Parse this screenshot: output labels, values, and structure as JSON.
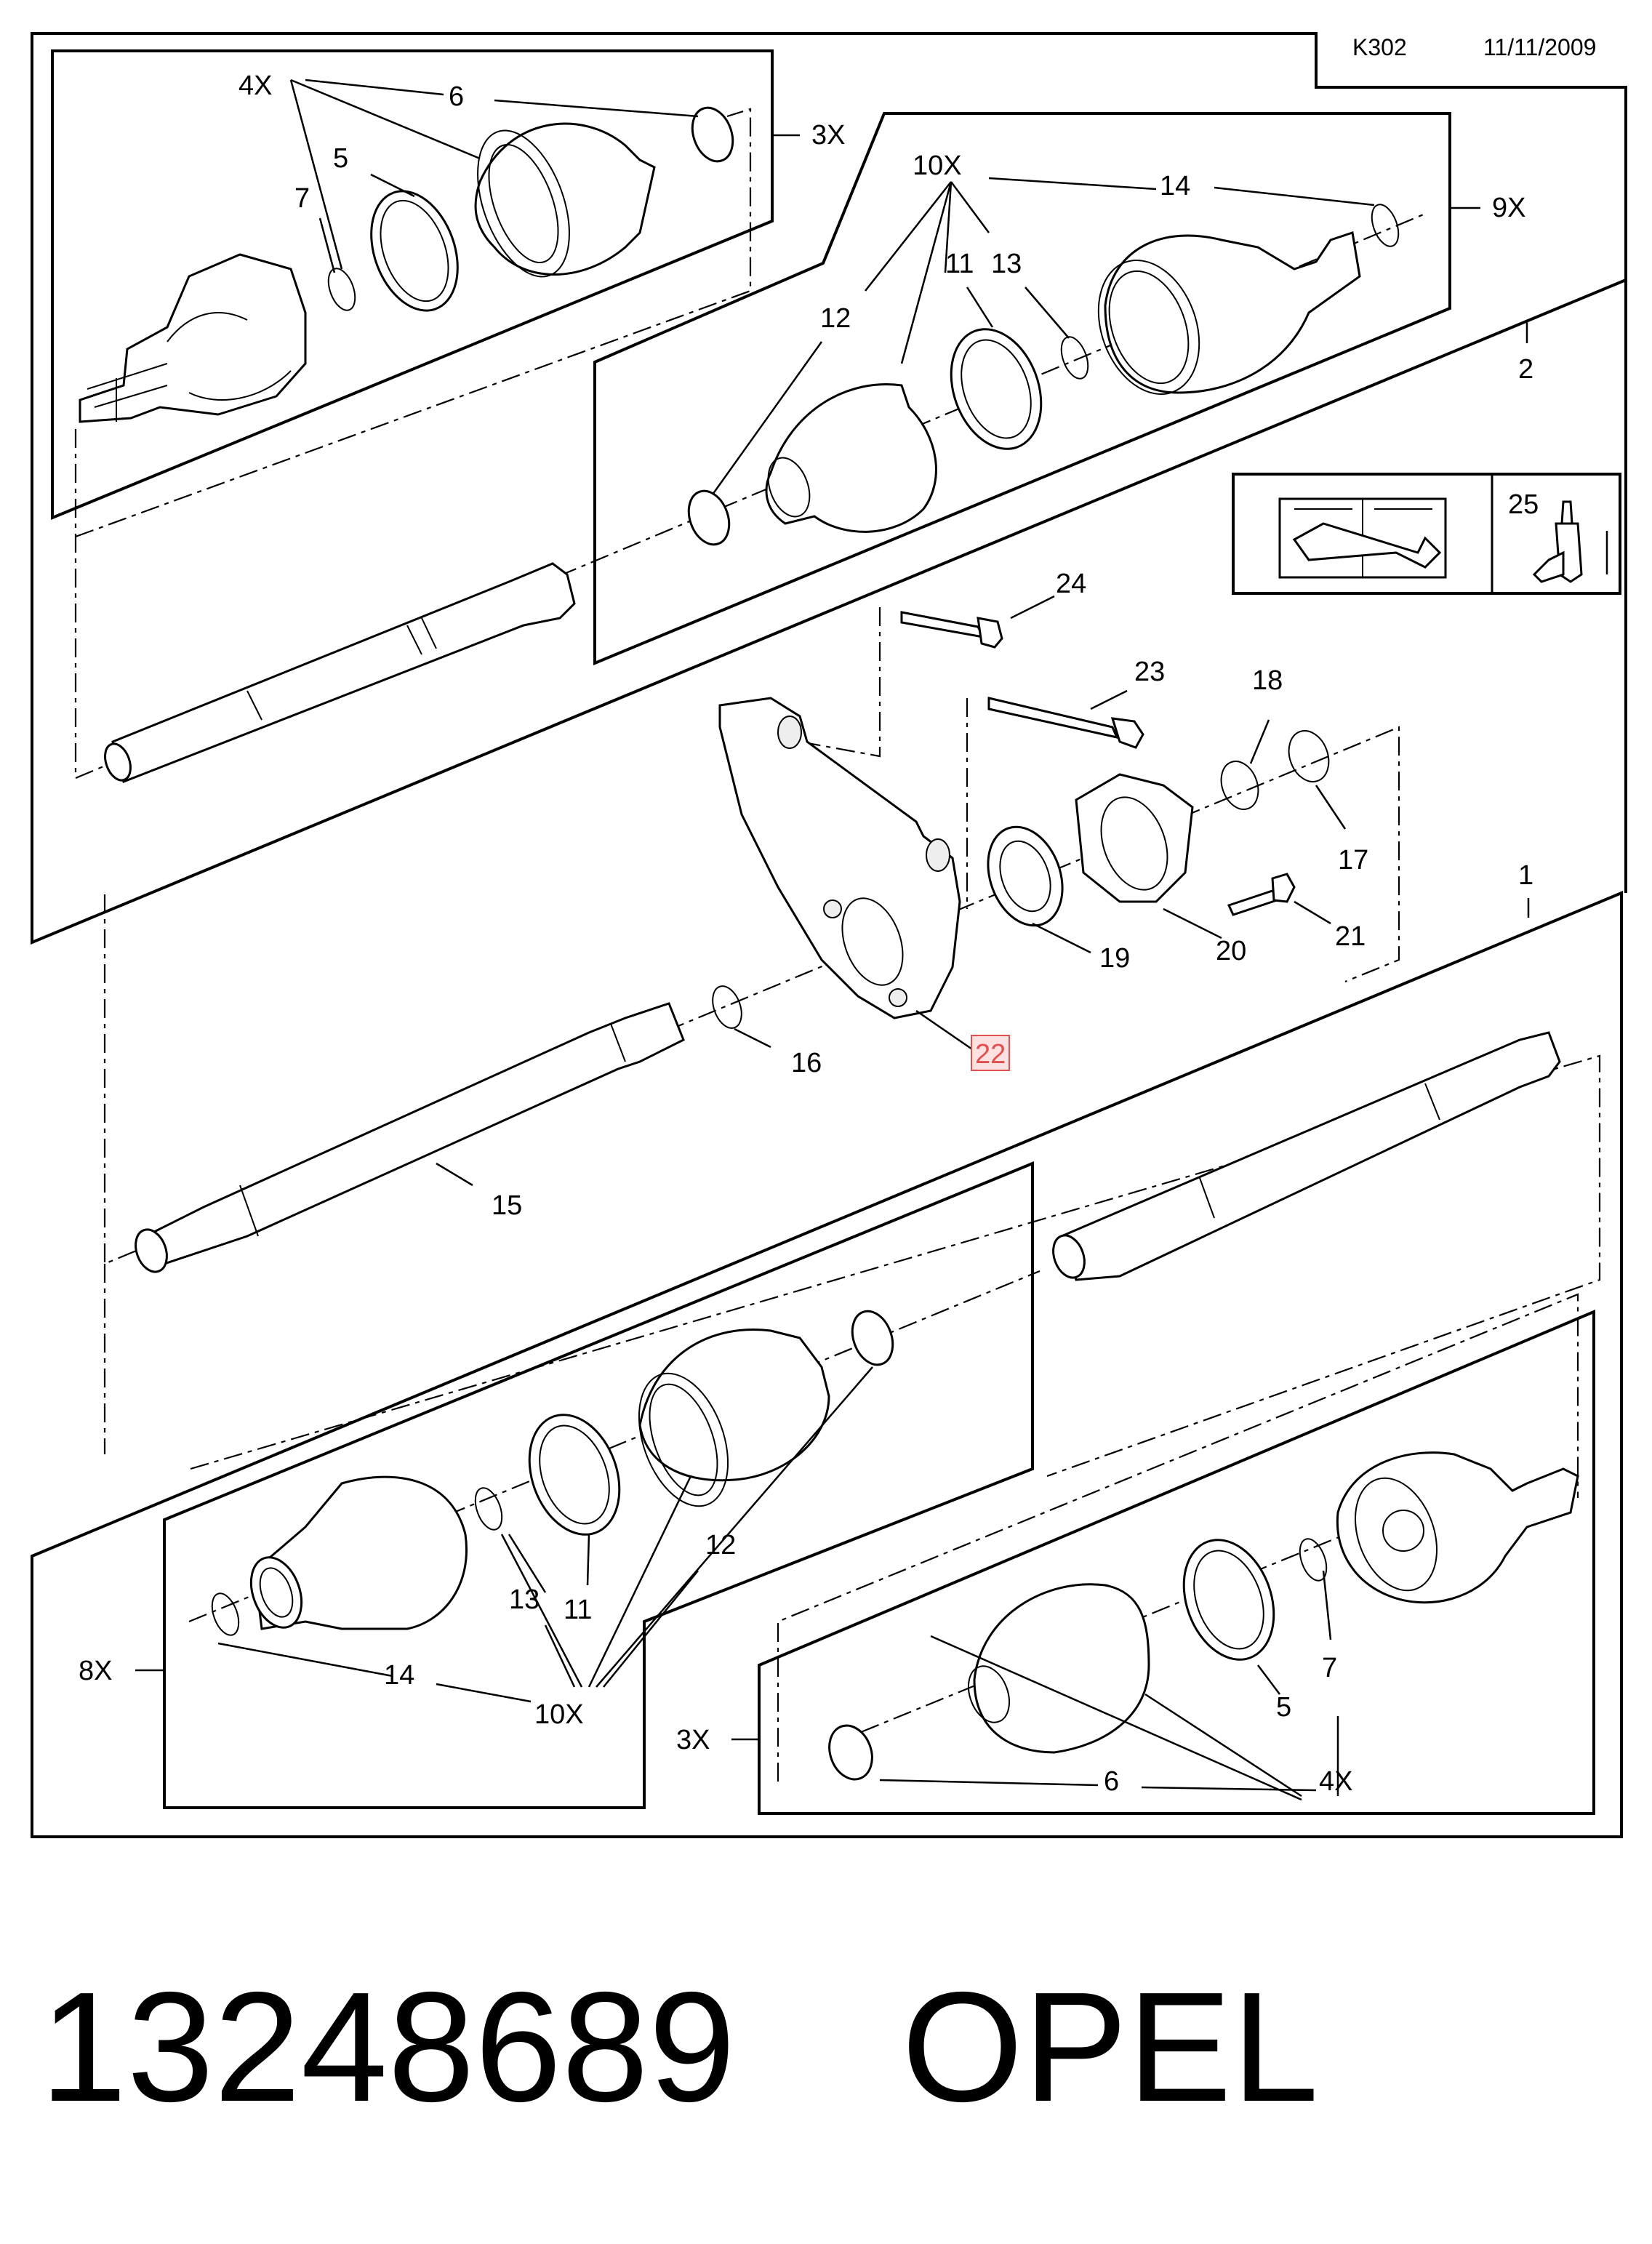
{
  "header": {
    "code": "K302",
    "date": "11/11/2009"
  },
  "callouts": {
    "c1": "1",
    "c2": "2",
    "c4x_top": "4X",
    "c6_top": "6",
    "c5_top": "5",
    "c7_top": "7",
    "c3x_top": "3X",
    "c10x_top": "10X",
    "c14_top": "14",
    "c9x": "9X",
    "c11_top": "11",
    "c13_top": "13",
    "c12_top": "12",
    "c24": "24",
    "c23": "23",
    "c18": "18",
    "c17": "17",
    "c21": "21",
    "c20": "20",
    "c19": "19",
    "c22": "22",
    "c16": "16",
    "c15": "15",
    "c25": "25",
    "c12_bot": "12",
    "c13_bot": "13",
    "c11_bot": "11",
    "c8x": "8X",
    "c14_bot": "14",
    "c10x_bot": "10X",
    "c7_bot": "7",
    "c5_bot": "5",
    "c3x_bot": "3X",
    "c6_bot": "6",
    "c4x_bot": "4X"
  },
  "highlight": {
    "label": "22",
    "color": "#e05050"
  },
  "footer": {
    "part_number": "13248689",
    "brand": "OPEL"
  },
  "icons": [
    "service-manual-icon",
    "grease-tube-icon"
  ]
}
